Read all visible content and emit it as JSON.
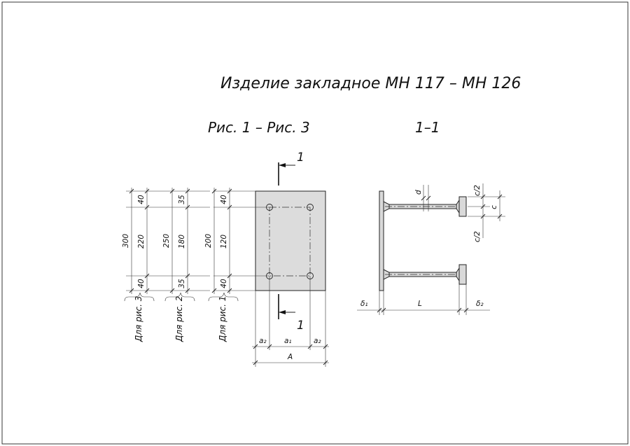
{
  "title": "Изделие закладное МН 117 – МН 126",
  "figures_label": "Рис. 1 – Рис. 3",
  "section_label": "1–1",
  "section_mark": "1",
  "plan_dims": {
    "fig3": {
      "total": "300",
      "top": "40",
      "mid": "220",
      "bot": "40",
      "note": "Для рис. 3"
    },
    "fig2": {
      "total": "250",
      "top": "35",
      "mid": "180",
      "bot": "35",
      "note": "Для рис. 2"
    },
    "fig1": {
      "total": "200",
      "top": "40",
      "mid": "120",
      "bot": "40",
      "note": "Для рис. 1"
    }
  },
  "bottom_dims": {
    "a2_left": "a₂",
    "a1": "a₁",
    "a2_right": "a₂",
    "A": "A"
  },
  "section_dims": {
    "d": "d",
    "c_half_top": "c/2",
    "c": "c",
    "c_half_bottom": "c/2",
    "delta1": "δ₁",
    "L": "L",
    "delta2": "δ₂"
  },
  "colors": {
    "line": "#222222",
    "plate_fill": "#dcdcdc",
    "background": "#ffffff"
  }
}
